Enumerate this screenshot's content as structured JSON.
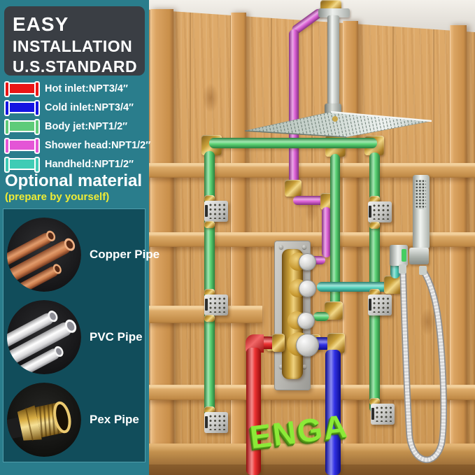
{
  "theme": {
    "sidebar_bg": "#2a7d8c",
    "panel_bg": "#114d5b",
    "panel_border": "#4f9dab",
    "title_box_bg": "#3a3e44",
    "title_text": "#ffffff",
    "note_yellow": "#f0ec35",
    "hot": "#ea1515",
    "cold": "#1414e2",
    "body_jet": "#45cd62",
    "shower_head": "#d94fd2",
    "handheld": "#3fccb5",
    "brand_green": "#8cea38"
  },
  "sidebar": {
    "title_lines": [
      "EASY",
      "INSTALLATION",
      "U.S.STANDARD"
    ],
    "legend": {
      "items": [
        {
          "label": "Hot inlet:NPT3/4″",
          "color": "#ea1515"
        },
        {
          "label": "Cold inlet:NPT3/4″",
          "color": "#1414e2"
        },
        {
          "label": "Body jet:NPT1/2″",
          "color": "#5ecb79"
        },
        {
          "label": "Shower head:NPT1/2″",
          "color": "#e455d6"
        },
        {
          "label": "Handheld:NPT1/2″",
          "color": "#3fccb5"
        }
      ]
    },
    "optional": {
      "heading": "Optional material",
      "subheading": "(prepare by yourself)",
      "materials": [
        {
          "label": "Copper Pipe",
          "icon": "copper-pipe-photo"
        },
        {
          "label": "PVC Pipe",
          "icon": "pvc-pipe-photo"
        },
        {
          "label": "Pex Pipe",
          "icon": "brass-pex-fitting-photo"
        }
      ]
    }
  },
  "diagram": {
    "brand_text": "ENGA",
    "components": [
      "rain-shower-head",
      "ceiling-shower-arm",
      "thermostatic-valve",
      "handheld-shower",
      "body-jets",
      "hot-inlet-pipe",
      "cold-inlet-pipe"
    ]
  }
}
